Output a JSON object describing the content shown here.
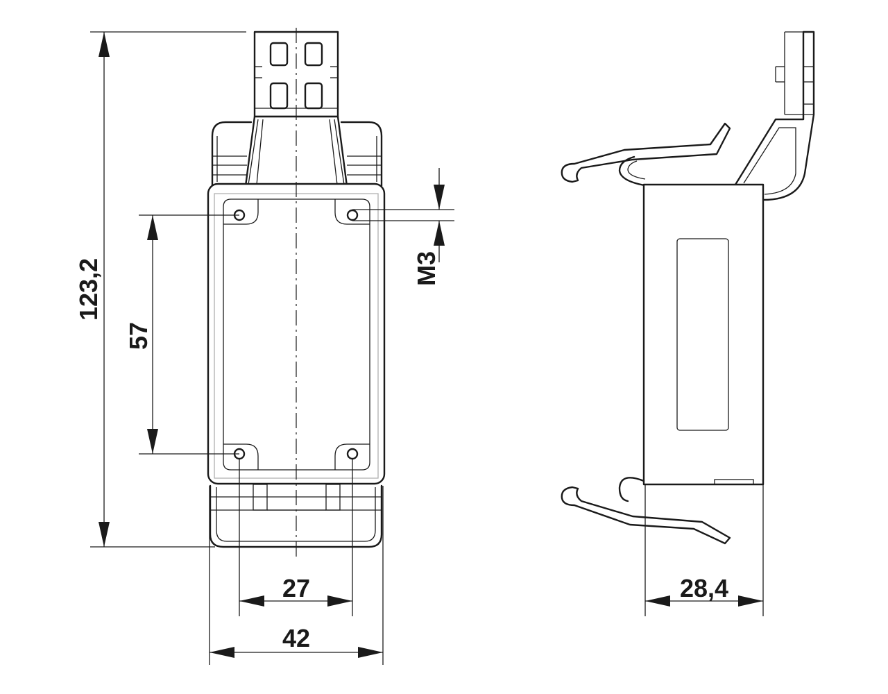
{
  "dimensions": {
    "overall_height": "123,2",
    "hole_spacing_vertical": "57",
    "thread": "M3",
    "hole_spacing_horizontal": "27",
    "front_width": "42",
    "side_depth": "28,4"
  },
  "colors": {
    "line": "#1a1a1a",
    "background": "#ffffff"
  }
}
